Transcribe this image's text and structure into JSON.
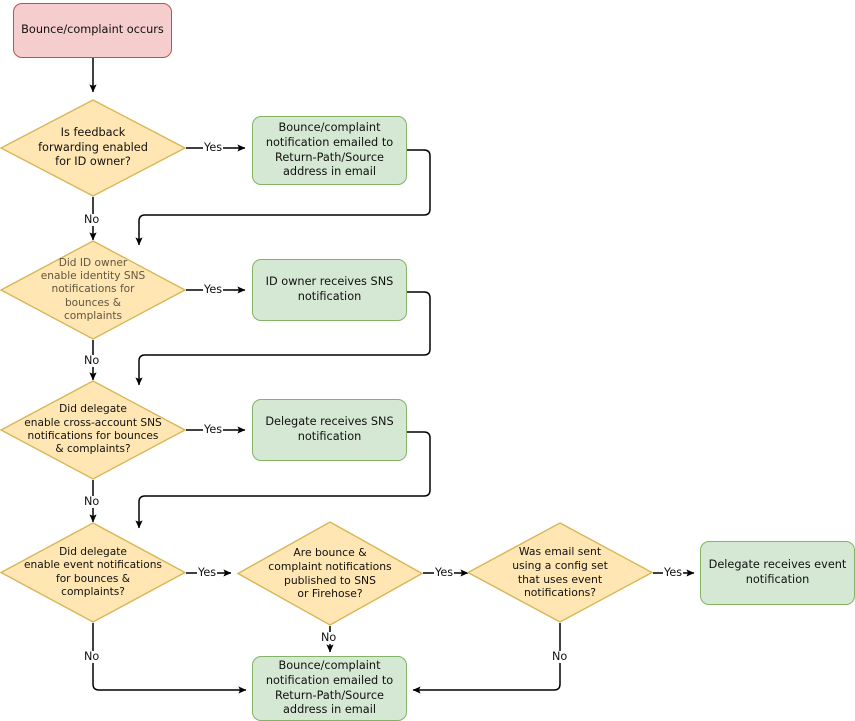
{
  "diagram": {
    "title": "Bounce and complaint notification routing flowchart",
    "colors": {
      "start_fill": "#f5cdcd",
      "start_stroke": "#b85450",
      "decision_fill": "#ffe6b3",
      "decision_stroke": "#d6b656",
      "result_fill": "#d5e8d4",
      "result_stroke": "#82b366",
      "edge_stroke": "#000000",
      "text": "#101010"
    },
    "nodes": [
      {
        "id": "start",
        "type": "start",
        "label": "Bounce/complaint occurs"
      },
      {
        "id": "d1",
        "type": "decision",
        "label": "Is feedback\nforwarding enabled\nfor ID owner?"
      },
      {
        "id": "r1",
        "type": "result",
        "label": "Bounce/complaint\nnotification emailed to\nReturn-Path/Source\naddress in email"
      },
      {
        "id": "d2",
        "type": "decision",
        "label": "Did ID owner\nenable identity SNS\nnotifications for\nbounces &\ncomplaints"
      },
      {
        "id": "r2",
        "type": "result",
        "label": "ID owner receives SNS\nnotification"
      },
      {
        "id": "d3",
        "type": "decision",
        "label": "Did delegate\nenable cross-account SNS\nnotifications for bounces\n& complaints?"
      },
      {
        "id": "r3",
        "type": "result",
        "label": "Delegate receives SNS\nnotification"
      },
      {
        "id": "d4",
        "type": "decision",
        "label": "Did delegate\nenable event notifications\nfor bounces &\ncomplaints?"
      },
      {
        "id": "d5",
        "type": "decision",
        "label": "Are bounce &\ncomplaint notifications\npublished to SNS\nor Firehose?"
      },
      {
        "id": "d6",
        "type": "decision",
        "label": "Was email sent\nusing a config set\nthat uses event\nnotifications?"
      },
      {
        "id": "r4",
        "type": "result",
        "label": "Delegate receives event\nnotification"
      },
      {
        "id": "r5",
        "type": "result",
        "label": "Bounce/complaint\nnotification emailed to\nReturn-Path/Source\naddress in email"
      }
    ],
    "edge_labels": {
      "d1_yes": "Yes",
      "d1_no": "No",
      "d2_yes": "Yes",
      "d2_no": "No",
      "d3_yes": "Yes",
      "d3_no": "No",
      "d4_yes": "Yes",
      "d4_no": "No",
      "d5_yes": "Yes",
      "d5_no": "No",
      "d6_yes": "Yes",
      "d6_no": "No"
    }
  }
}
